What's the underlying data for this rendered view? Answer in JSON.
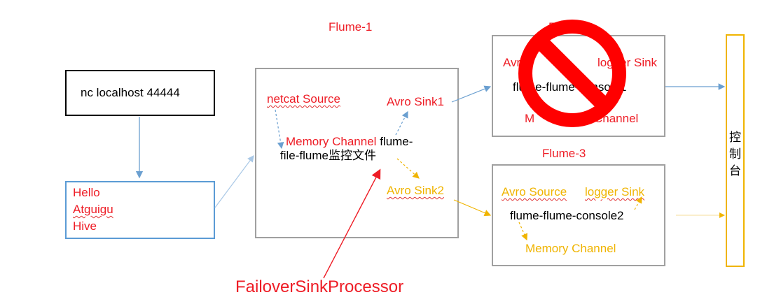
{
  "titles": {
    "flume1": "Flume-1",
    "flume2_partial": "Fl",
    "flume3": "Flume-3"
  },
  "nc_box": {
    "command": "nc localhost 44444"
  },
  "input_box": {
    "lines": [
      "Hello",
      "Atguigu",
      "Hive"
    ]
  },
  "flume1_box": {
    "source": "netcat Source",
    "sink1": "Avro Sink1",
    "channel": "Memory Channel",
    "config_line1": "flume-",
    "config_line2": "file-flume监控文件",
    "sink2": "Avro Sink2"
  },
  "flume2_box": {
    "source_left": "Avro",
    "source_right": "logger Sink",
    "config": "flume-flume-console1",
    "channel_left": "M",
    "channel_right": "Channel"
  },
  "flume3_box": {
    "source": "Avro Source",
    "sink": "logger Sink",
    "config": "flume-flume-console2",
    "channel": "Memory Channel"
  },
  "console": {
    "chars": [
      "控",
      "制",
      "台"
    ]
  },
  "processor_label": "FailoverSinkProcessor",
  "colors": {
    "red": "#ee1c25",
    "orange": "#f0b400",
    "blue_arrow": "#6a9fd0",
    "gray_border": "#a0a0a0",
    "input_border": "#5b9bd5",
    "forbidden": "#ff0000"
  },
  "icons": {
    "overlay": "prohibited-icon"
  }
}
